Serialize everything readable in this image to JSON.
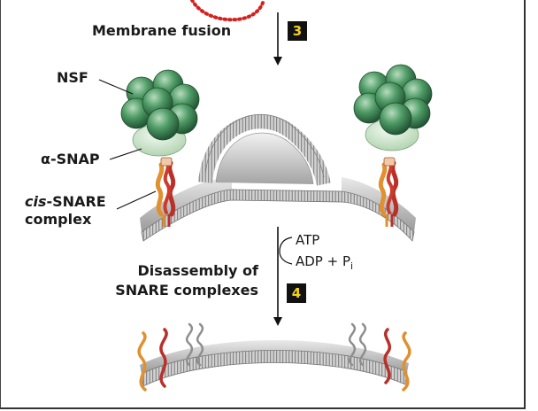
{
  "labels": {
    "step3_title": "Membrane fusion",
    "step3_number": "3",
    "nsf": "NSF",
    "alpha_snap": "α-SNAP",
    "cis_prefix": "cis",
    "snare_suffix": "-SNARE",
    "complex": "complex",
    "atp": "ATP",
    "adp": "ADP + P",
    "adp_sub": "i",
    "disassembly_line1": "Disassembly of",
    "disassembly_line2": "SNARE complexes",
    "step4_number": "4"
  },
  "colors": {
    "nsf_green": "#3d8a56",
    "snap_green": "#c6e2c4",
    "membrane_gray": "#b9b9b9",
    "snare_red": "#b8302a",
    "snare_orange": "#e0902f",
    "snare_gray": "#8e8e8e",
    "step_badge": "#f2d21a",
    "dotted_circle": "#d62020"
  }
}
